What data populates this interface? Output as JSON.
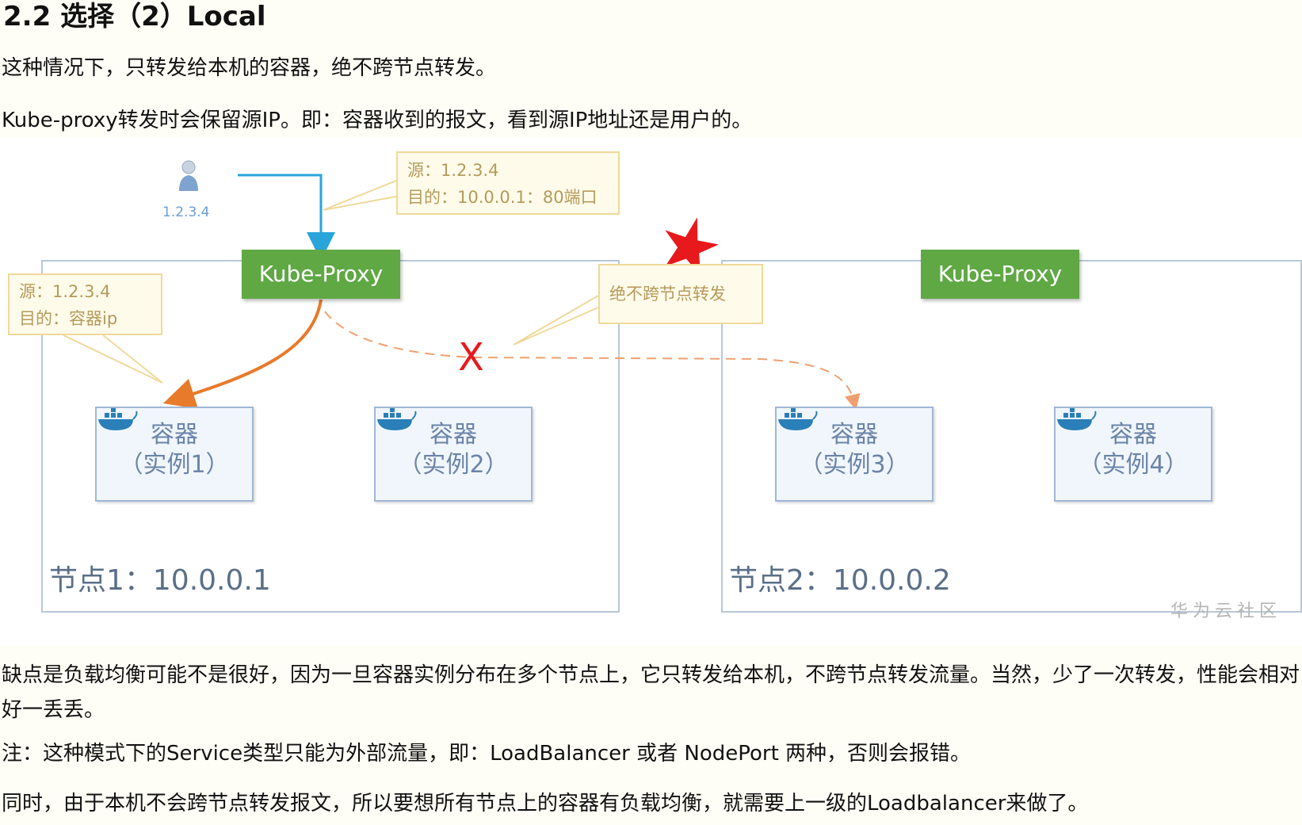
{
  "heading": "2.2 选择（2）Local",
  "paragraphs": {
    "p1": "这种情况下，只转发给本机的容器，绝不跨节点转发。",
    "p2": "Kube-proxy转发时会保留源IP。即：容器收到的报文，看到源IP地址还是用户的。",
    "p3": "缺点是负载均衡可能不是很好，因为一旦容器实例分布在多个节点上，它只转发给本机，不跨节点转发流量。当然，少了一次转发，性能会相对好一丢丢。",
    "p4": "注：这种模式下的Service类型只能为外部流量，即：LoadBalancer 或者 NodePort 两种，否则会报错。",
    "p5": "同时，由于本机不会跨节点转发报文，所以要想所有节点上的容器有负载均衡，就需要上一级的Loadbalancer来做了。"
  },
  "figure": {
    "user_ip": "1.2.3.4",
    "callout_top": {
      "line1": "源：1.2.3.4",
      "line2": "目的：10.0.0.1：80端口"
    },
    "callout_left": {
      "line1": "源：1.2.3.4",
      "line2": "目的：容器ip"
    },
    "callout_cross": "绝不跨节点转发",
    "node1": {
      "label": "节点1：10.0.0.1",
      "proxy": "Kube-Proxy",
      "containers": [
        {
          "l1": "容器",
          "l2": "（实例1）"
        },
        {
          "l1": "容器",
          "l2": "（实例2）"
        }
      ]
    },
    "node2": {
      "label": "节点2：10.0.0.2",
      "proxy": "Kube-Proxy",
      "containers": [
        {
          "l1": "容器",
          "l2": "（实例3）"
        },
        {
          "l1": "容器",
          "l2": "（实例4）"
        }
      ]
    },
    "blocked_mark": "X",
    "watermark": "华为云社区",
    "colors": {
      "proxy_green": "#5fa844",
      "arrow_orange": "#e87a2b",
      "arrow_blue": "#2aa5dc",
      "blocked_red": "#e8191c",
      "callout_border": "#efd99a"
    }
  }
}
